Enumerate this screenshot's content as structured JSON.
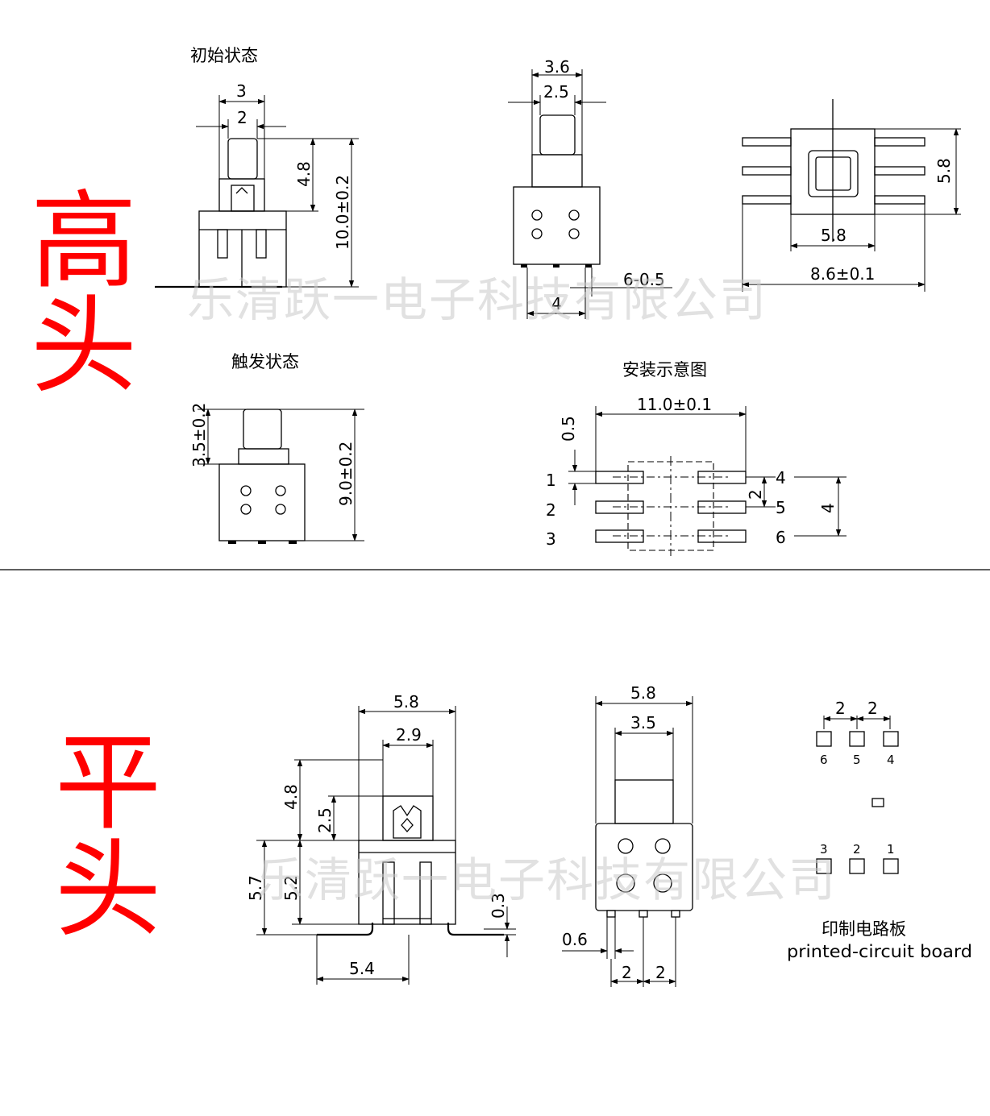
{
  "sections": {
    "high": {
      "title_line1": "高",
      "title_line2": "头"
    },
    "flat": {
      "title_line1": "平",
      "title_line2": "头"
    }
  },
  "watermark": "乐清跃一电子科技有限公司",
  "high_views": {
    "initial_state": {
      "caption": "初始状态",
      "dims": [
        "3",
        "2",
        "4.8",
        "10.0±0.2"
      ]
    },
    "front": {
      "dims": [
        "3.6",
        "2.5",
        "6-0.5",
        "4"
      ]
    },
    "top": {
      "dims": [
        "5.8",
        "5.8",
        "8.6±0.1"
      ]
    },
    "triggered_state": {
      "caption": "触发状态",
      "dims": [
        "3.5±0.2",
        "9.0±0.2"
      ]
    },
    "installation": {
      "caption": "安装示意图",
      "dims": [
        "11.0±0.1",
        "0.5",
        "2",
        "4"
      ],
      "pins_left": [
        "1",
        "2",
        "3"
      ],
      "pins_right": [
        "4",
        "5",
        "6"
      ]
    }
  },
  "flat_views": {
    "side": {
      "dims": [
        "5.8",
        "2.9",
        "4.8",
        "2.5",
        "5.7",
        "5.2",
        "0.3",
        "5.4"
      ]
    },
    "front": {
      "dims": [
        "5.8",
        "3.5",
        "0.6",
        "2",
        "2"
      ]
    },
    "pcb": {
      "dims": [
        "2",
        "2"
      ],
      "top_pins": [
        "6",
        "5",
        "4"
      ],
      "bottom_pins": [
        "3",
        "2",
        "1"
      ],
      "caption_cn": "印制电路板",
      "caption_en": "printed-circuit board"
    }
  }
}
